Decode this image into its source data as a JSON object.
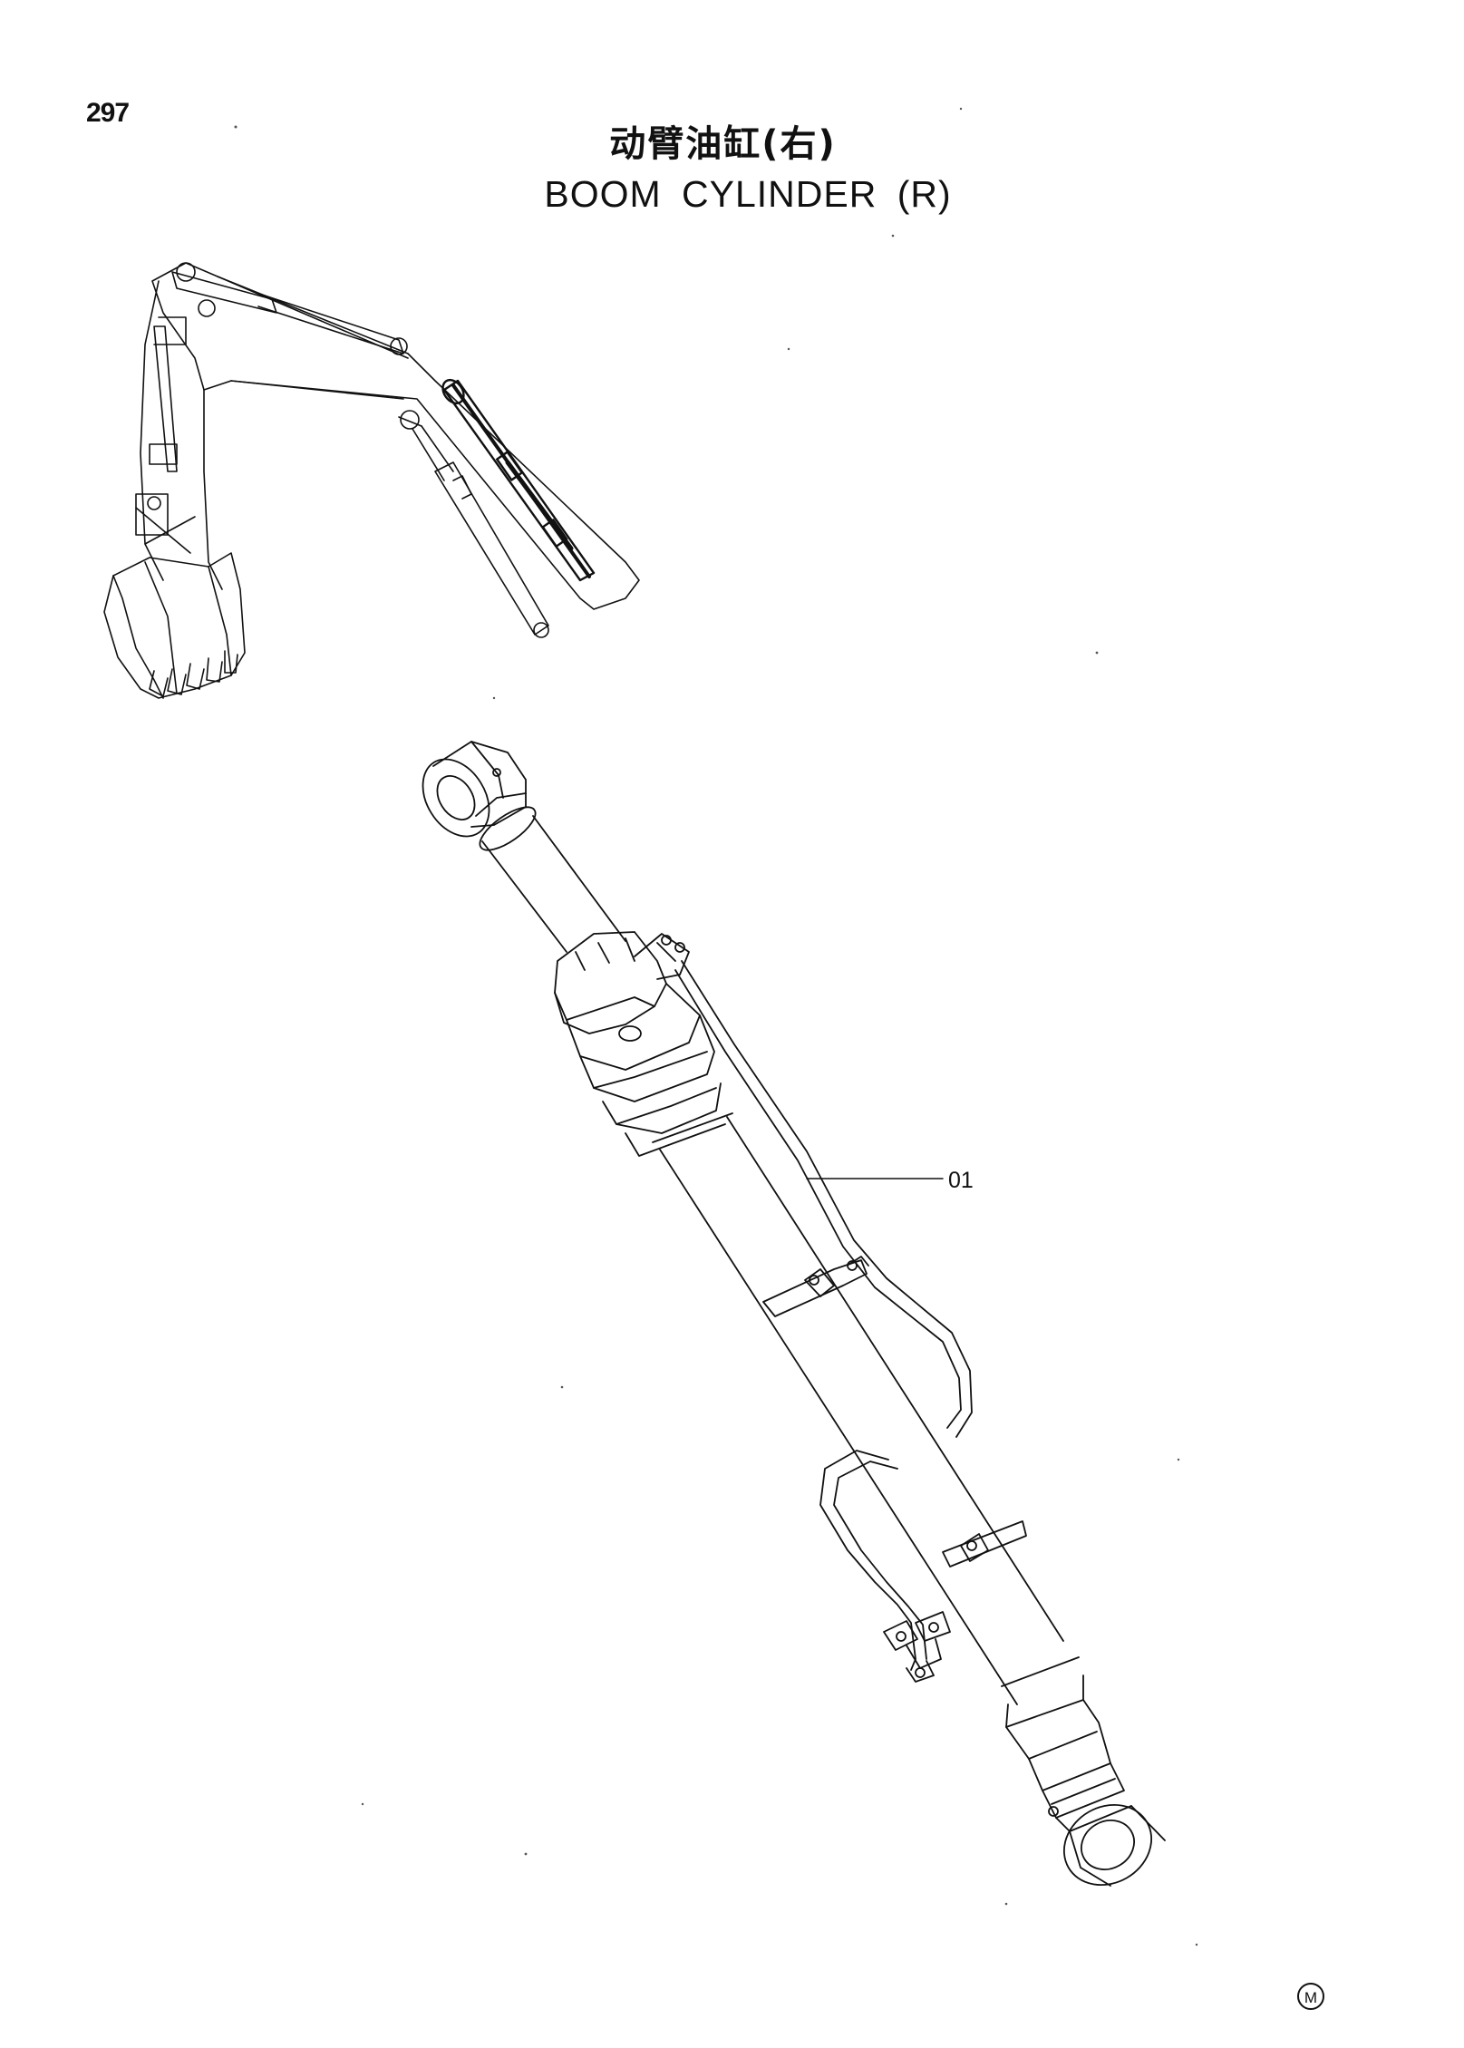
{
  "page_number": "297",
  "title": {
    "chinese": "动臂油缸(右)",
    "english": "BOOM  CYLINDER  (R)"
  },
  "callouts": [
    {
      "label": "01",
      "part": "boom cylinder assembly"
    }
  ],
  "manufacturer_mark": "M",
  "icons": {
    "excavator": "excavator-overview-icon",
    "cylinder": "hydraulic-cylinder-drawing"
  }
}
